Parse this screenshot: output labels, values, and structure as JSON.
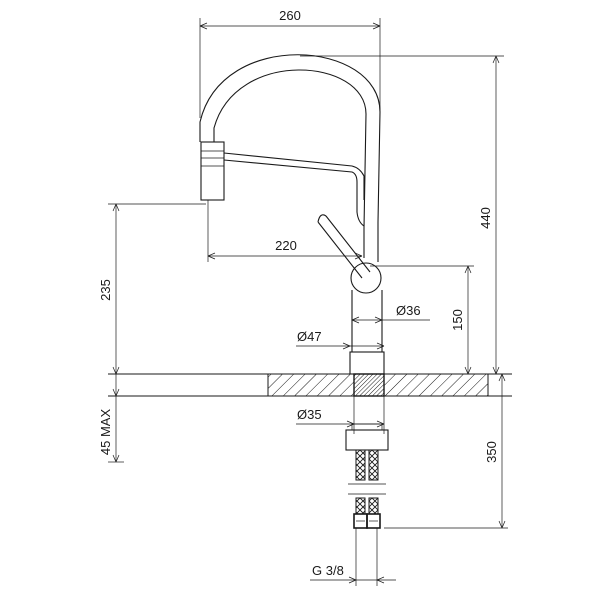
{
  "drawing": {
    "subject": "pull-out kitchen mixer tap",
    "dimensions": {
      "width_total": "260",
      "height_total": "440",
      "spout_reach": "220",
      "spout_height": "235",
      "lever_height": "150",
      "deck_thickness_max": "45 MAX",
      "underdeck_length": "350",
      "body_diameter": "Ø36",
      "base_diameter": "Ø47",
      "hole_diameter": "Ø35",
      "connection_thread": "G 3/8"
    },
    "units": "mm",
    "colors": {
      "line": "#1a1a1a",
      "background": "#ffffff"
    }
  }
}
